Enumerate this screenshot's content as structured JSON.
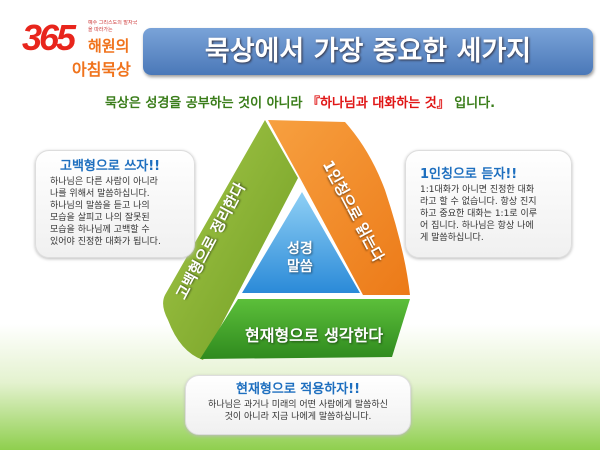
{
  "logo": {
    "number": "365",
    "tagline": "예수 그리스도의 발자국을 따라가는",
    "line1": "해원의",
    "line2": "아침묵상"
  },
  "title": "묵상에서 가장 중요한 세가지",
  "subtitle": {
    "before": "묵상은 성경을 공부하는 것이 아니라 ",
    "highlight": "『하나님과 대화하는 것』",
    "after": " 입니다."
  },
  "triangle": {
    "left": "고백형으로 정리한다",
    "right": "1인칭으로 읽는다",
    "bottom": "현재형으로 생각한다",
    "center_line1": "성경",
    "center_line2": "말씀"
  },
  "boxes": {
    "left": {
      "title": "고백형으로 쓰자!!",
      "lines": [
        "하나님은 다른 사람이 아니라",
        "나를 위해서 말씀하십니다.",
        "하나님의 말씀을 듣고 나의",
        "모습을 살피고 나의 잘못된",
        "모습을 하나님께 고백할 수",
        "있어야 진정한 대화가 됩니다."
      ]
    },
    "right": {
      "title": "1인칭으로 듣자!!",
      "lines": [
        "1:1대화가 아니면 진정한 대화",
        "라고 할 수 없습니다. 항상 진지",
        "하고 중요한 대화는 1:1로 이루",
        "어 집니다. 하나님은 항상 나에",
        "게 말씀하십니다."
      ]
    },
    "bottom": {
      "title": "현재형으로 적용하자!!",
      "lines": [
        "하나님은 과거나 미래의 어떤 사람에게 말씀하신",
        "것이 아니라 지금 나에게 말씀하십니다."
      ]
    }
  },
  "colors": {
    "green": "#8bb83a",
    "orange": "#f08a24",
    "blue": "#3c9ae0",
    "banner": "#5a86c4"
  }
}
